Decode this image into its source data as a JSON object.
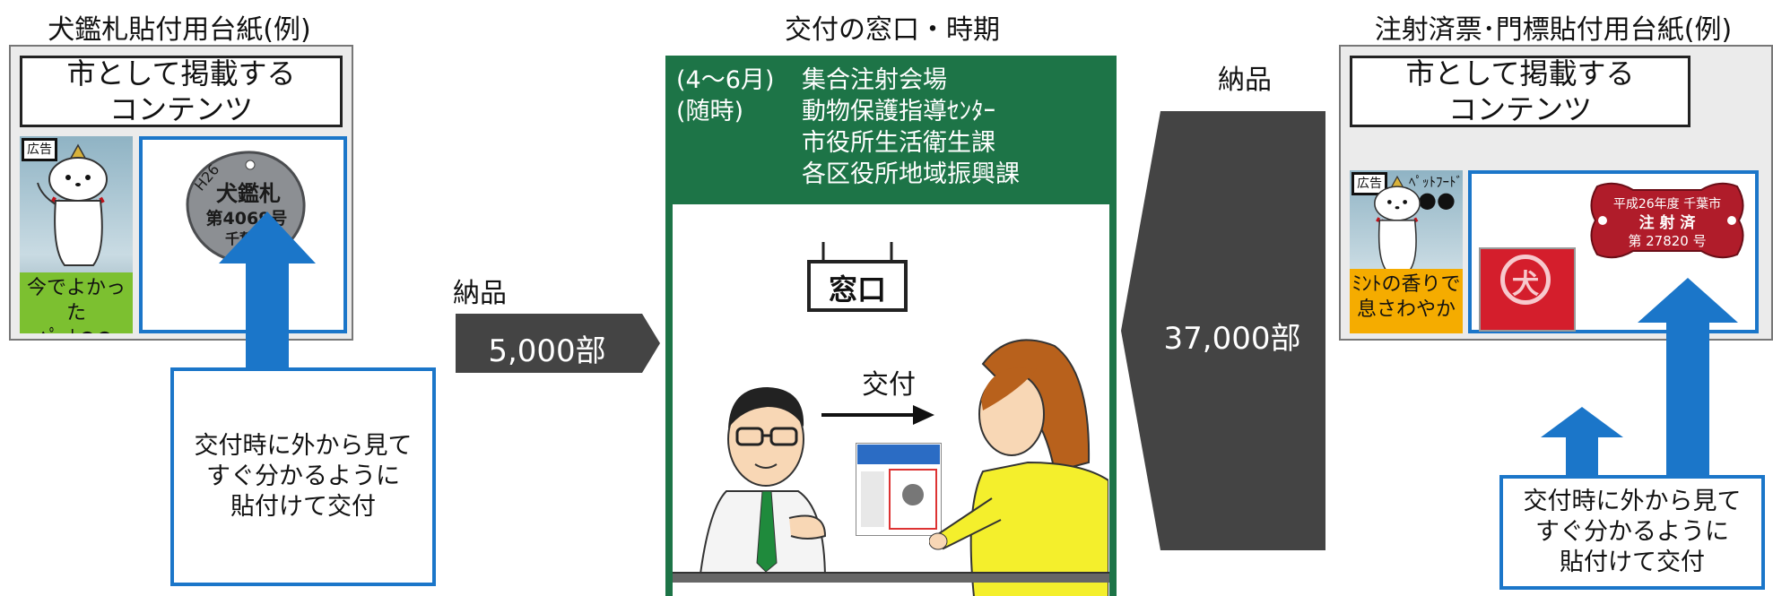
{
  "left": {
    "title": "犬鑑札貼付用台紙(例)",
    "content_line1": "市として掲載する",
    "content_line2": "コンテンツ",
    "ad_badge": "広告",
    "ad_copy_line1": "今でよかった",
    "ad_copy_line2": "ﾍﾟｯﾄ●●",
    "tag_line0": "H26",
    "tag_line1": "犬鑑札",
    "tag_line2": "第4069号",
    "tag_line3": "千葉市",
    "note_line1": "交付時に外から見て",
    "note_line2": "すぐ分かるように",
    "note_line3": "貼付けて交付"
  },
  "flow": {
    "left_label": "納品",
    "left_value": "5,000部",
    "right_label": "納品",
    "right_value": "37,000部"
  },
  "center": {
    "title": "交付の窓口・時期",
    "line1_prefix": "(4〜6月)",
    "line1_place": "集合注射会場",
    "line2_prefix": "(随時)",
    "line2_place": "動物保護指導ｾﾝﾀｰ",
    "line3_place": "市役所生活衛生課",
    "line4_place": "各区役所地域振興課",
    "window_sign": "窓口",
    "issue_label": "交付"
  },
  "right": {
    "title": "注射済票･門標貼付用台紙(例)",
    "content_line1": "市として掲載する",
    "content_line2": "コンテンツ",
    "ad_badge": "広告",
    "ad_top_line1": "ﾍﾟｯﾄﾌｰﾄﾞ",
    "ad_top_line2": "●●",
    "ad_copy_line1": "ﾐﾝﾄの香りで",
    "ad_copy_line2": "息さわやか",
    "tag_line1": "平成26年度 千葉市",
    "tag_line2": "注 射 済",
    "tag_line3": "第 27820 号",
    "sign_char": "犬",
    "note_line1": "交付時に外から見て",
    "note_line2": "すぐ分かるように",
    "note_line3": "貼付けて交付"
  },
  "colors": {
    "accent_blue": "#1b76c9",
    "center_green": "#1d7447",
    "dark_gray": "#444444",
    "ad_green": "#7cc030",
    "ad_orange": "#f5ac00",
    "red_tag": "#b01c2a"
  }
}
